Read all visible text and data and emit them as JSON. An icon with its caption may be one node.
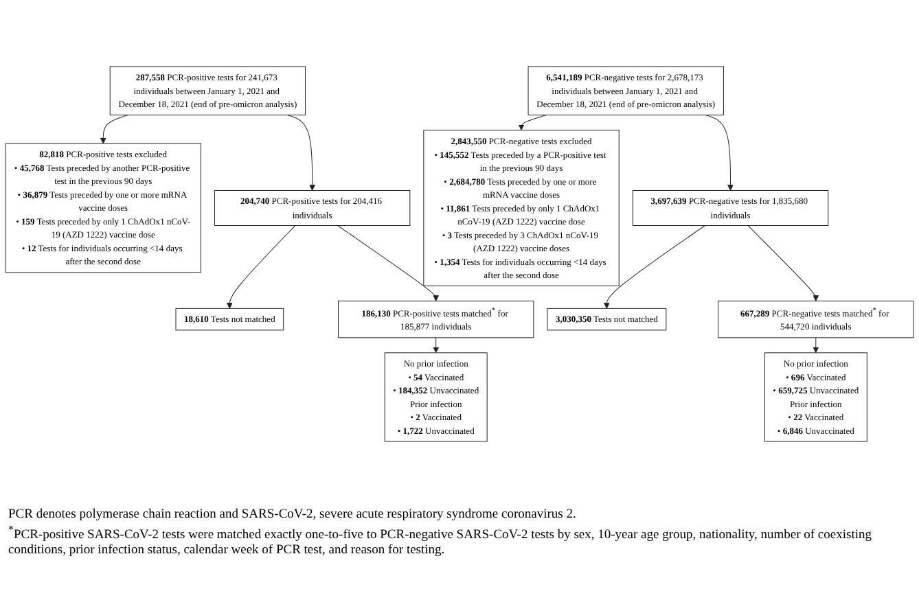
{
  "diagram": {
    "nodes": [
      {
        "text": [
          "**287,558** PCR-positive tests for 241,673 individuals between January 1, 2021 and December 18, 2021 (end of pre-omicron analysis)"
        ]
      },
      {
        "text": [
          "**82,818** PCR-positive tests excluded",
          "• **45,768** Tests preceded by another PCR-positive test in the previous 90 days",
          "• **36,879** Tests preceded by one or more mRNA vaccine doses",
          "• **159** Tests preceded by only 1 ChAdOx1 nCoV-19 (AZD 1222) vaccine dose",
          "• **12** Tests for individuals occurring <14 days after the second dose"
        ]
      },
      {
        "text": [
          "**204,740** PCR-positive tests for 204,416 individuals"
        ]
      },
      {
        "text": [
          "**18,610** Tests not matched"
        ]
      },
      {
        "text": [
          "**186,130** PCR-positive tests matched$^{*}$ for 185,877 individuals"
        ]
      },
      {
        "text": [
          "No prior infection",
          "• **54** Vaccinated",
          "• **184,352** Unvaccinated",
          "Prior infection",
          "• **2** Vaccinated",
          "• **1,722** Unvaccinated"
        ]
      },
      {
        "text": [
          "**6,541,189** PCR-negative tests for 2,678,173 individuals between January 1, 2021 and December 18, 2021 (end of pre-omicron analysis)"
        ]
      },
      {
        "text": [
          "**2,843,550** PCR-negative tests excluded",
          "• **145,552** Tests preceded by a PCR-positive test in the previous 90 days",
          "• **2,684,780** Tests preceded by one or more mRNA vaccine doses",
          "• **11,861** Tests preceded by only 1 ChAdOx1 nCoV-19 (AZD 1222) vaccine dose",
          "• **3** Tests preceded by 3 ChAdOx1 nCoV-19 (AZD 1222) vaccine doses",
          "• **1,354** Tests for individuals occurring <14 days after the second dose"
        ]
      },
      {
        "text": [
          "**3,697,639** PCR-negative tests for 1,835,680 individuals"
        ]
      },
      {
        "text": [
          "**3,030,350** Tests not matched"
        ]
      },
      {
        "text": [
          "**667,289** PCR-negative tests matched$^{*}$ for 544,720 individuals"
        ]
      },
      {
        "text": [
          "No prior infection",
          "• **696** Vaccinated",
          "• **659,725** Unvaccinated",
          "Prior infection",
          "• **22** Vaccinated",
          "• **6,846** Unvaccinated"
        ]
      }
    ],
    "edges": [
      {
        "from": 0,
        "to": 1,
        "arrow": "to"
      },
      {
        "from": 0,
        "to": 2,
        "arrow": "to"
      },
      {
        "from": 2,
        "to": 3,
        "arrow": "to"
      },
      {
        "from": 2,
        "to": 4,
        "arrow": "to"
      },
      {
        "from": 4,
        "to": 5,
        "arrow": "to"
      },
      {
        "from": 6,
        "to": 7,
        "arrow": "to"
      },
      {
        "from": 6,
        "to": 8,
        "arrow": "to"
      },
      {
        "from": 8,
        "to": 9,
        "arrow": "to"
      },
      {
        "from": 8,
        "to": 10,
        "arrow": "to"
      },
      {
        "from": 10,
        "to": 11,
        "arrow": "to"
      }
    ],
    "labels": [
      "PCR denotes polymerase chain reaction and SARS-CoV-2, severe acute respiratory syndrome coronavirus 2.",
      "$^{*}$PCR-positive SARS-CoV-2 tests were matched exactly one-to-five to PCR-negative SARS-CoV-2 tests by sex, 10-year age group, nationality, number of coexisting conditions, prior infection status, calendar week of PCR test, and reason for testing."
    ]
  }
}
